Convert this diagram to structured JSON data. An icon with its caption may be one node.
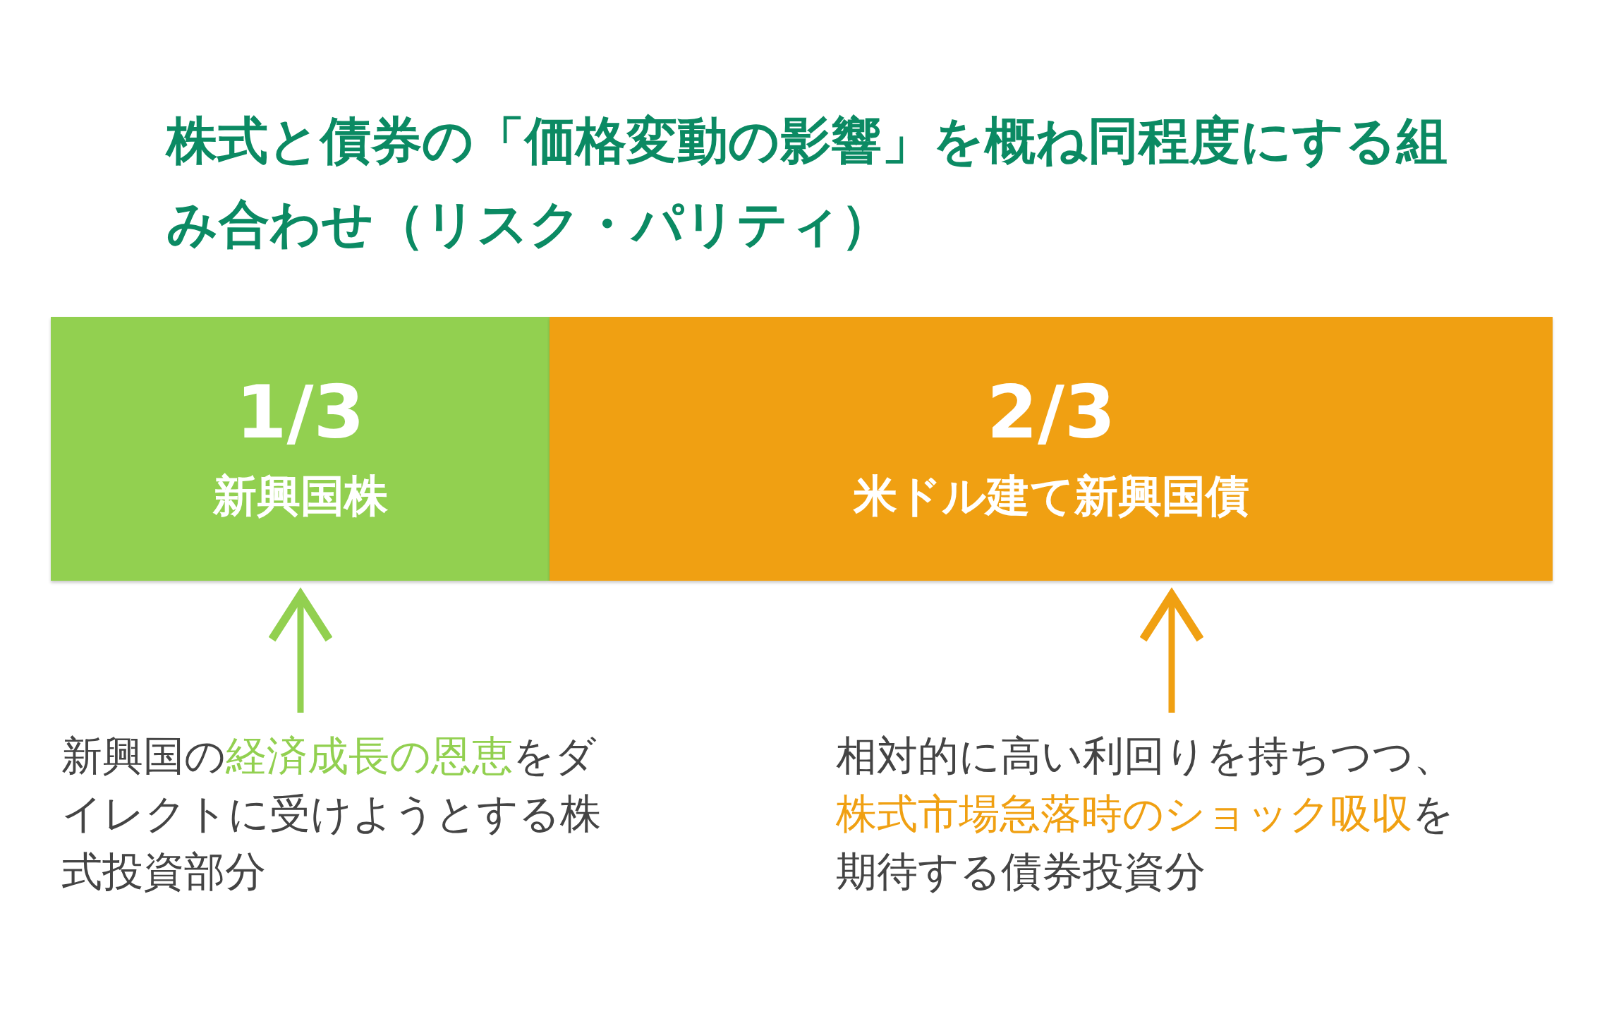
{
  "diagram": {
    "title": "株式と債券の「価格変動の影響」を概ね同程度にする組み合わせ（リスク・パリティ）",
    "nodes": [
      {
        "text": [
          "1/3",
          "新興国株"
        ]
      },
      {
        "text": [
          "2/3",
          "米ドル建て新興国債"
        ]
      },
      {
        "text": [
          "新興国の**経済成長の恩恵**をダイレクトに受けようとする株式投資部分"
        ]
      },
      {
        "text": [
          "相対的に高い利回りを持ちつつ、**株式市場急落時のショック吸収**を期待する債券投資分"
        ]
      }
    ],
    "edges": [
      {
        "from": 2,
        "to": 0,
        "arrow": "to",
        "color": "#92d050"
      },
      {
        "from": 3,
        "to": 1,
        "arrow": "to",
        "color": "#f0a012"
      }
    ]
  }
}
